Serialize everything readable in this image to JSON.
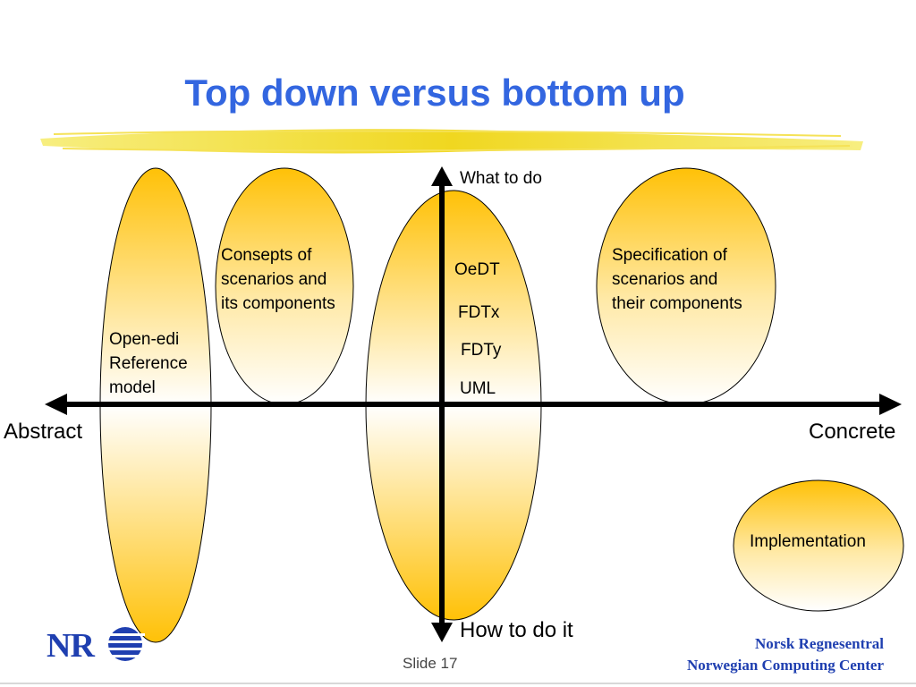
{
  "slide": {
    "title": "Top down versus bottom up",
    "slide_number": "Slide 17"
  },
  "axes": {
    "left_label": "Abstract",
    "right_label": "Concrete",
    "top_label": "What to do",
    "bottom_label": "How to do it"
  },
  "bubbles": {
    "open_edi": [
      "Open-edi",
      "Reference",
      "model"
    ],
    "concepts": [
      "Consepts of",
      "scenarios and",
      "its components"
    ],
    "specification": [
      "Specification of",
      "scenarios and",
      "their components"
    ],
    "methods": [
      "OeDT",
      "FDTx",
      "FDTy",
      "UML"
    ],
    "implementation": "Implementation"
  },
  "footer": {
    "logo_text": "NR",
    "org_name_no": "Norsk Regnesentral",
    "org_name_en": "Norwegian Computing Center"
  },
  "colors": {
    "title": "#3366e0",
    "bubble_gradient_top": "#ffc107",
    "bubble_gradient_bottom": "#ffffff",
    "highlight_stroke": "#f2e03a",
    "footer_text": "#1f3fb0"
  }
}
